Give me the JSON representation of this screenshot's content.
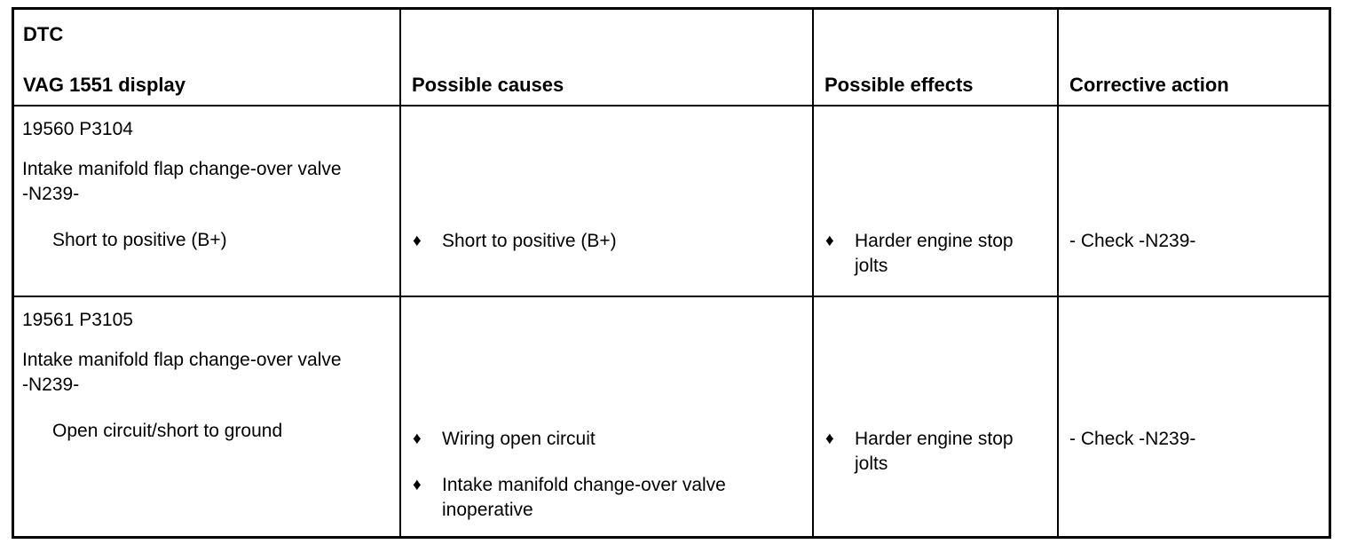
{
  "table": {
    "headers": {
      "col1_line1": "DTC",
      "col1_line2": "VAG 1551 display",
      "causes": "Possible causes",
      "effects": "Possible effects",
      "action": "Corrective action"
    },
    "bullet_glyph": "♦",
    "rows": [
      {
        "dtc_code": "19560 P3104",
        "description": "Intake manifold flap change-over valve -N239-",
        "fault_type": "Short to positive (B+)",
        "causes": [
          "Short to positive (B+)"
        ],
        "effects": [
          "Harder engine stop jolts"
        ],
        "action": "- Check -N239-"
      },
      {
        "dtc_code": "19561 P3105",
        "description": "Intake manifold flap change-over valve -N239-",
        "fault_type": "Open circuit/short to ground",
        "causes": [
          "Wiring open circuit",
          "Intake manifold change-over valve inoperative"
        ],
        "effects": [
          "Harder engine stop jolts"
        ],
        "action": "- Check -N239-"
      }
    ]
  },
  "colors": {
    "border": "#000000",
    "text": "#000000",
    "background": "#ffffff"
  }
}
